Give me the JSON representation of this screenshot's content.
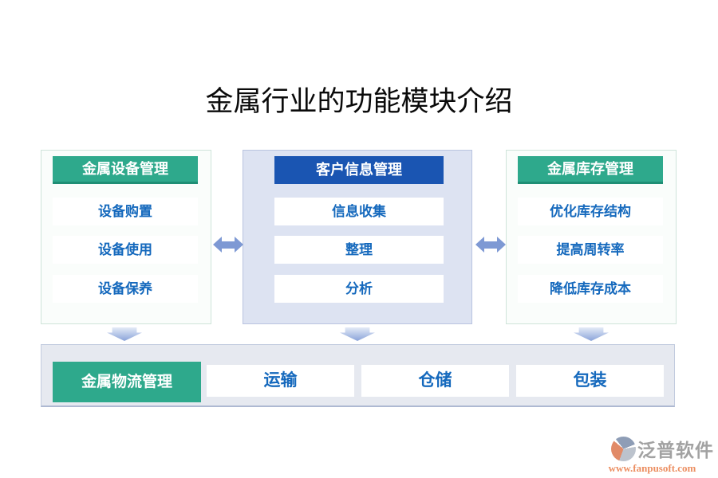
{
  "title": "金属行业的功能模块介绍",
  "panels": [
    {
      "header": "金属设备管理",
      "header_color": "#2ea98c",
      "items": [
        "设备购置",
        "设备使用",
        "设备保养"
      ]
    },
    {
      "header": "客户信息管理",
      "header_color": "#1a55b2",
      "items": [
        "信息收集",
        "整理",
        "分析"
      ]
    },
    {
      "header": "金属库存管理",
      "header_color": "#2ea98c",
      "items": [
        "优化库存结构",
        "提高周转率",
        "降低库存成本"
      ]
    }
  ],
  "bottom_bar": {
    "header": "金属物流管理",
    "items": [
      "运输",
      "仓储",
      "包装"
    ]
  },
  "watermark": {
    "brand": "泛普软件",
    "url": "www.fanpusoft.com"
  },
  "icons": {
    "left_right_arrow": "double-headed-horizontal-arrow",
    "down_arrow": "down-arrow"
  },
  "colors": {
    "green_header": "#2ea98c",
    "green_header_edge": "#1f8e75",
    "blue_header": "#1a55b2",
    "item_text_blue": "#1569bd",
    "center_panel_bg": "#dde3f2",
    "bottom_bar_bg": "#e6e9f0",
    "connector_arrow": "#7e99d4",
    "watermark_orange": "#ec8f62",
    "watermark_gray": "#a2a2a2"
  }
}
